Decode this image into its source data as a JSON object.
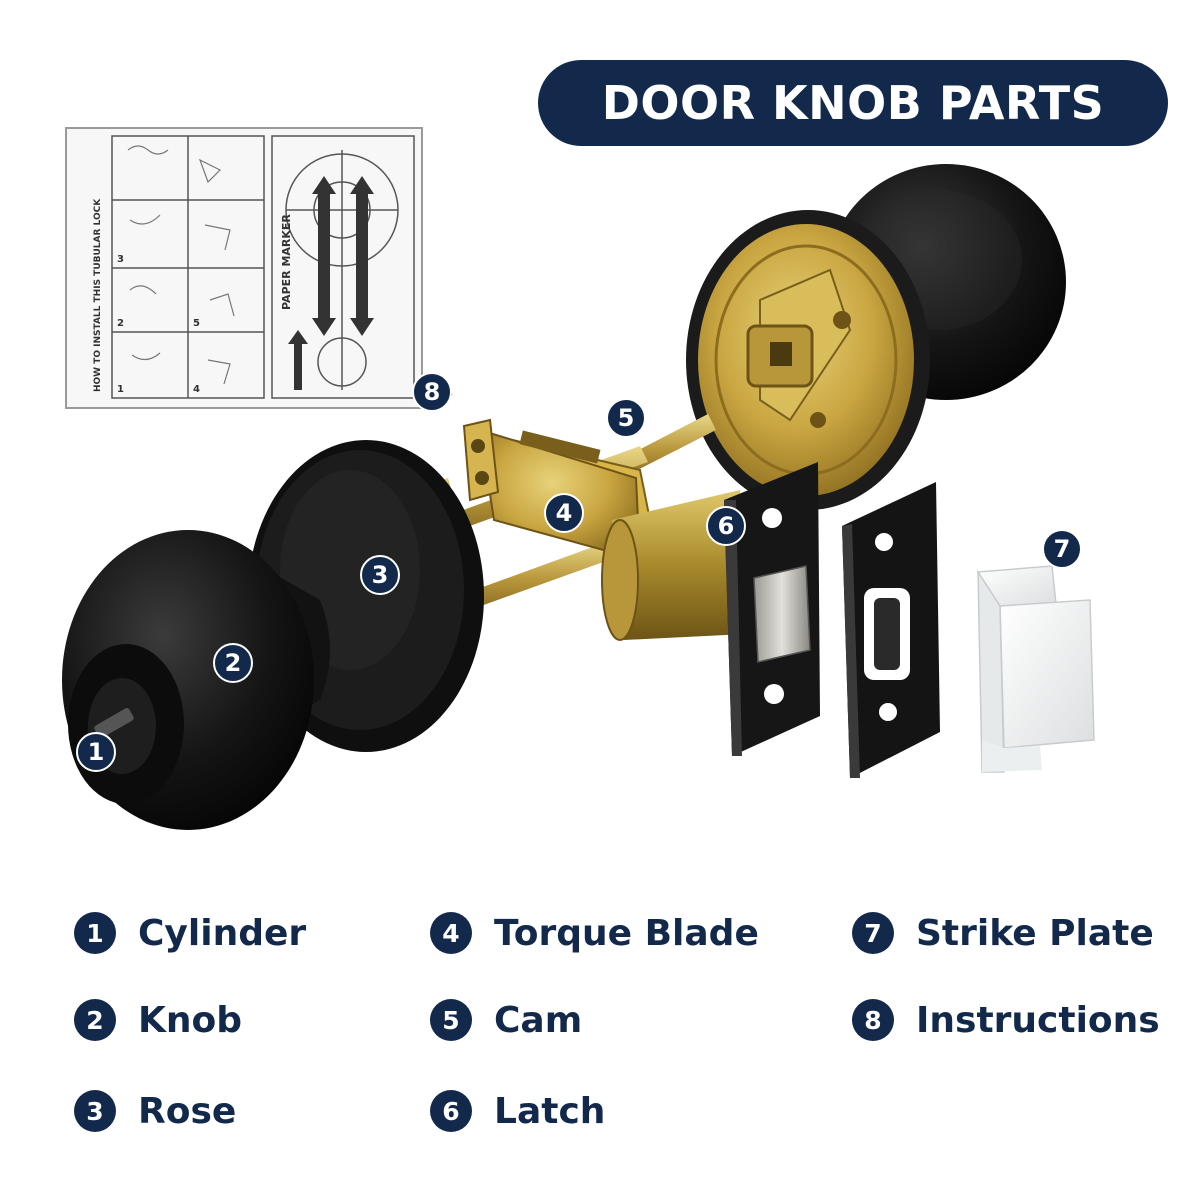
{
  "title": "DOOR KNOB PARTS",
  "colors": {
    "navy": "#13294b",
    "knob_black": "#111111",
    "brass": "#c9a641",
    "brass_dark": "#8c6d1f",
    "plate_white": "#f4f5f5"
  },
  "instruction_sheet": {
    "heading": "HOW TO INSTALL THIS TUBULAR LOCK",
    "marker": "PAPER MARKER",
    "step_numbers": [
      "1",
      "2",
      "3",
      "4",
      "5"
    ]
  },
  "parts": [
    {
      "number": "1",
      "label": "Cylinder"
    },
    {
      "number": "2",
      "label": "Knob"
    },
    {
      "number": "3",
      "label": "Rose"
    },
    {
      "number": "4",
      "label": "Torque Blade"
    },
    {
      "number": "5",
      "label": "Cam"
    },
    {
      "number": "6",
      "label": "Latch"
    },
    {
      "number": "7",
      "label": "Strike Plate"
    },
    {
      "number": "8",
      "label": "Instructions"
    }
  ]
}
